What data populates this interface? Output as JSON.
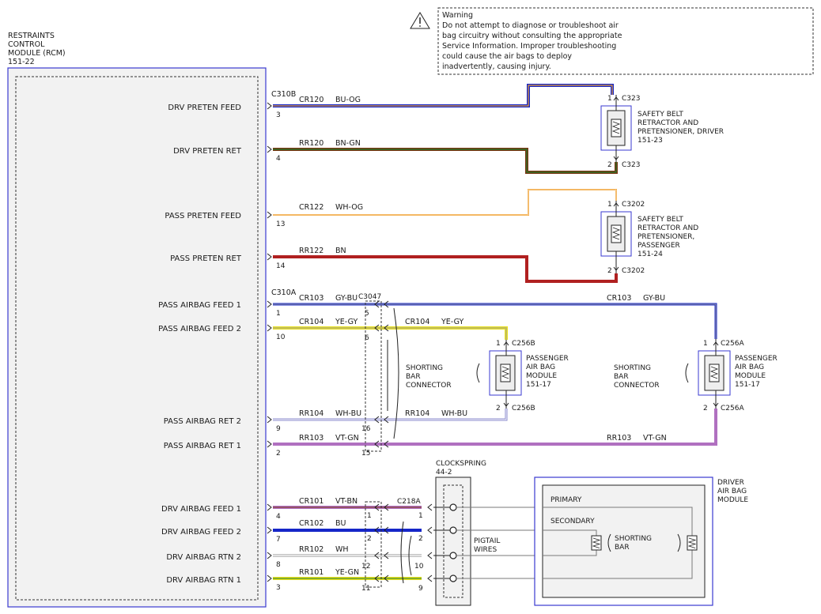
{
  "warning": {
    "title": "Warning",
    "lines": [
      "Do not attempt to diagnose or troubleshoot air",
      "bag circuitry without consulting the appropriate",
      "Service Information.  Improper troubleshooting",
      "could cause the air bags to deploy",
      "inadvertently, causing injury."
    ]
  },
  "rcm": {
    "title_lines": [
      "RESTRAINTS",
      "CONTROL",
      "MODULE (RCM)",
      "151-22"
    ],
    "conn_b": "C310B",
    "conn_a": "C310A",
    "pins": [
      {
        "label": "DRV PRETEN FEED",
        "pin": "3"
      },
      {
        "label": "DRV PRETEN RET",
        "pin": "4"
      },
      {
        "label": "PASS PRETEN FEED",
        "pin": "13"
      },
      {
        "label": "PASS PRETEN RET",
        "pin": "14"
      },
      {
        "label": "PASS AIRBAG FEED 1",
        "pin": "1"
      },
      {
        "label": "PASS AIRBAG FEED 2",
        "pin": "10"
      },
      {
        "label": "PASS AIRBAG RET 2",
        "pin": "9"
      },
      {
        "label": "PASS AIRBAG RET 1",
        "pin": "2"
      },
      {
        "label": "DRV AIRBAG FEED 1",
        "pin": "4"
      },
      {
        "label": "DRV AIRBAG FEED 2",
        "pin": "7"
      },
      {
        "label": "DRV AIRBAG RTN 2",
        "pin": "8"
      },
      {
        "label": "DRV AIRBAG RTN 1",
        "pin": "3"
      }
    ]
  },
  "circuits": [
    {
      "id": "CR120",
      "color": "BU-OG"
    },
    {
      "id": "RR120",
      "color": "BN-GN"
    },
    {
      "id": "CR122",
      "color": "WH-OG"
    },
    {
      "id": "RR122",
      "color": "BN"
    },
    {
      "id": "CR103",
      "color": "GY-BU"
    },
    {
      "id": "CR104",
      "color": "YE-GY"
    },
    {
      "id": "RR104",
      "color": "WH-BU"
    },
    {
      "id": "RR103",
      "color": "VT-GN"
    },
    {
      "id": "CR101",
      "color": "VT-BN"
    },
    {
      "id": "CR102",
      "color": "BU"
    },
    {
      "id": "RR102",
      "color": "WH"
    },
    {
      "id": "RR101",
      "color": "YE-GN"
    }
  ],
  "pretensioner_driver": {
    "lines": [
      "SAFETY BELT",
      "RETRACTOR AND",
      "PRETENSIONER, DRIVER",
      "151-23"
    ],
    "conn": "C323",
    "pin_top": "1",
    "pin_bottom": "2"
  },
  "pretensioner_passenger": {
    "lines": [
      "SAFETY BELT",
      "RETRACTOR AND",
      "PRETENSIONER,",
      "PASSENGER",
      "151-24"
    ],
    "conn": "C3202",
    "pin_top": "1",
    "pin_bottom": "2"
  },
  "inline_c3047": {
    "name": "C3047",
    "pins": [
      "5",
      "6",
      "16",
      "15"
    ]
  },
  "pass_module_b": {
    "lines": [
      "PASSENGER",
      "AIR BAG",
      "MODULE",
      "151-17"
    ],
    "conn": "C256B",
    "pin_top": "1",
    "pin_bottom": "2"
  },
  "pass_module_a": {
    "lines": [
      "PASSENGER",
      "AIR BAG",
      "MODULE",
      "151-17"
    ],
    "conn": "C256A",
    "pin_top": "1",
    "pin_bottom": "2"
  },
  "shorting_bar_connector": [
    "SHORTING",
    "BAR",
    "CONNECTOR"
  ],
  "inline_c218a": {
    "name": "C218A",
    "pins_left": [
      "1",
      "2",
      "12",
      "11"
    ],
    "pins_right": [
      "1",
      "2",
      "10",
      "9"
    ]
  },
  "clockspring": {
    "lines": [
      "CLOCKSPRING",
      "44-2"
    ],
    "pigtail": [
      "PIGTAIL",
      "WIRES"
    ]
  },
  "driver_module": {
    "lines": [
      "DRIVER",
      "AIR BAG",
      "MODULE"
    ],
    "primary": "PRIMARY",
    "secondary": "SECONDARY",
    "shorting_bar": [
      "SHORTING",
      "BAR"
    ]
  },
  "colors": {
    "BU": "#1626c8",
    "OG": "#f0a030",
    "BN": "#7a3412",
    "GN": "#1f7a2a",
    "WH": "#f4f4f4",
    "GY": "#9a9a9a",
    "YE": "#e8e020",
    "VT": "#b070c0",
    "RD": "#b02020",
    "box": "#3a3ad0",
    "fill": "#f2f2f2"
  }
}
